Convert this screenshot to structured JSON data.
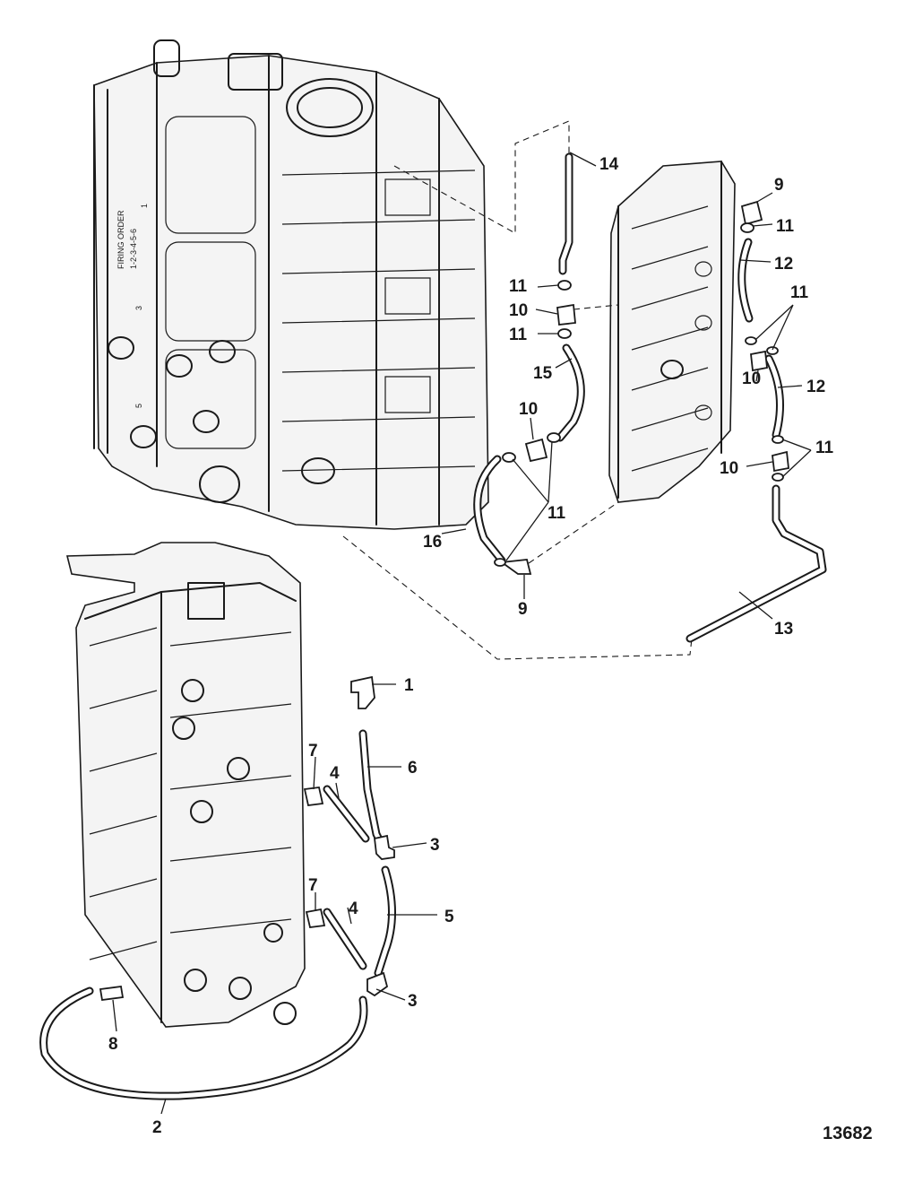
{
  "diagram": {
    "figure_number": "13682",
    "block_stamp": {
      "line1": "FIRING ORDER",
      "line2": "1-2-3-4-5-6",
      "cyl_1": "1",
      "cyl_3": "3",
      "cyl_5": "5"
    },
    "callouts": {
      "c1": "1",
      "c2": "2",
      "c3a": "3",
      "c3b": "3",
      "c4a": "4",
      "c4b": "4",
      "c5": "5",
      "c6": "6",
      "c7a": "7",
      "c7b": "7",
      "c8": "8",
      "c9a": "9",
      "c9b": "9",
      "c10a": "10",
      "c10b": "10",
      "c10c": "10",
      "c10d": "10",
      "c11a": "11",
      "c11b": "11",
      "c11c": "11",
      "c11d": "11",
      "c11e": "11",
      "c11f": "11",
      "c12a": "12",
      "c12b": "12",
      "c13": "13",
      "c14": "14",
      "c15": "15",
      "c16": "16"
    }
  }
}
